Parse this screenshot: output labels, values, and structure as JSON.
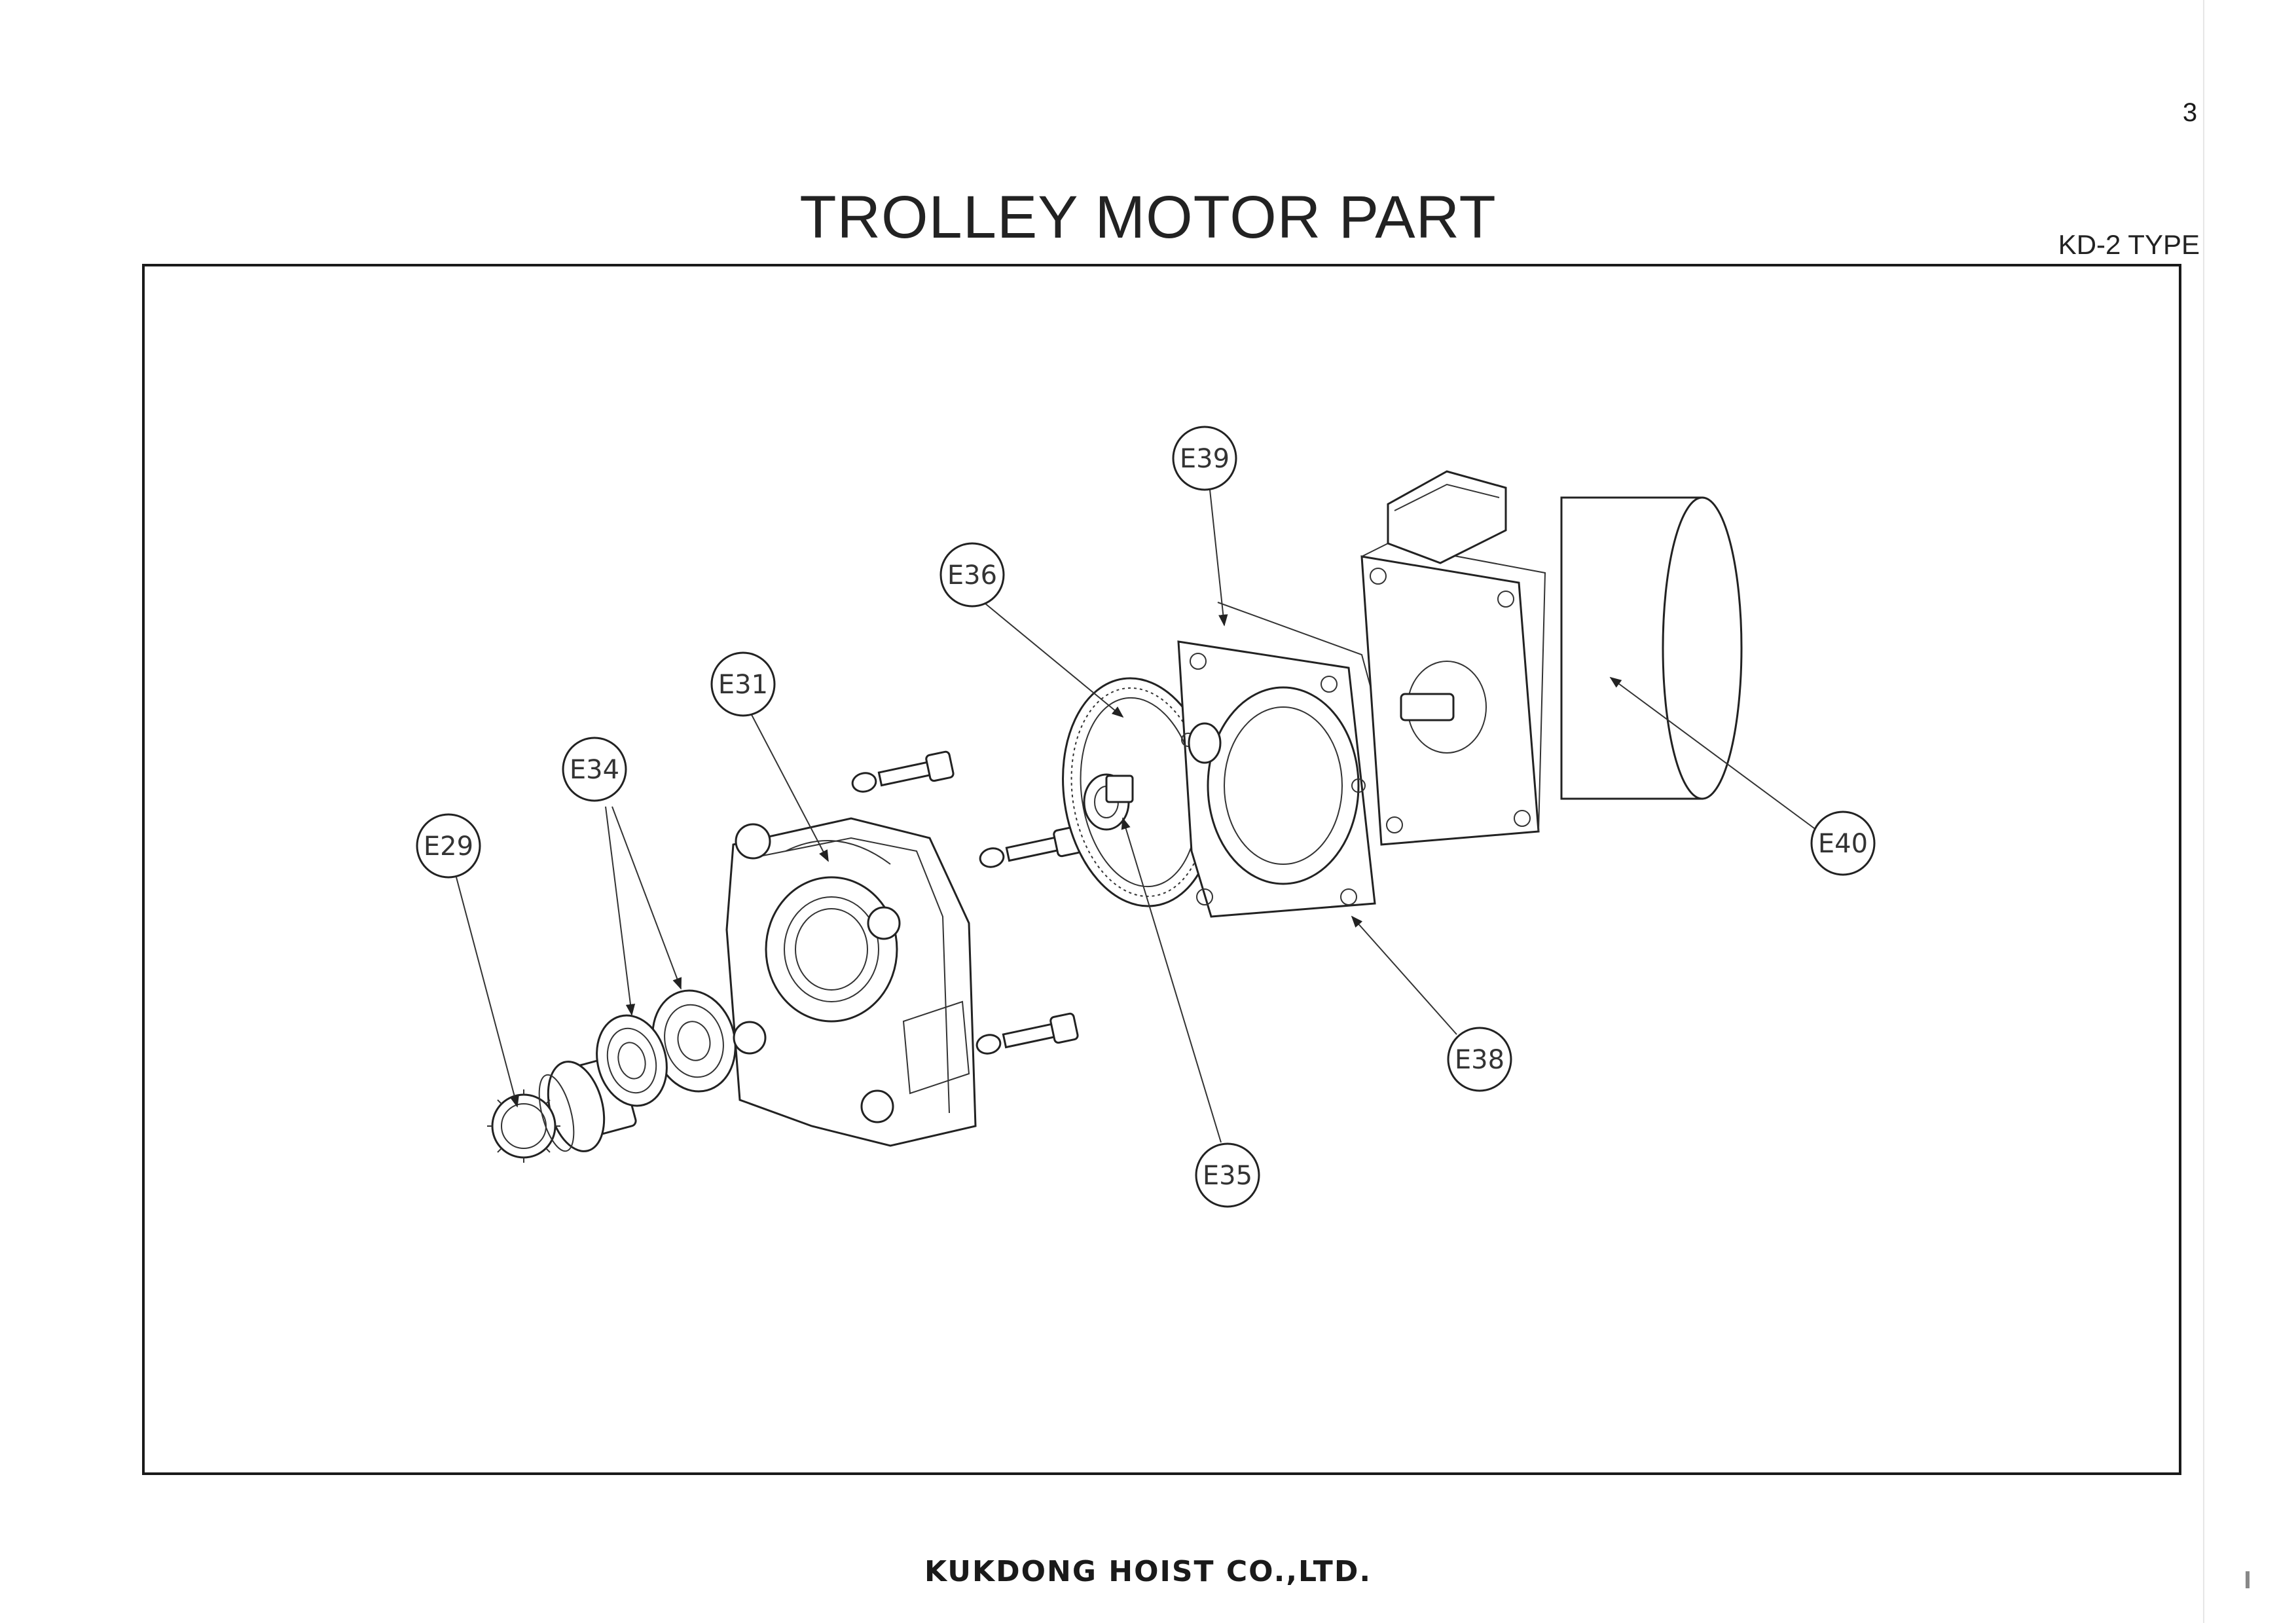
{
  "page_number": "3",
  "title": "TROLLEY MOTOR PART",
  "type_label": "KD-2 TYPE",
  "footer": "KUKDONG HOIST CO.,LTD.",
  "callouts": [
    {
      "id": "e29",
      "label": "E29"
    },
    {
      "id": "e34",
      "label": "E34"
    },
    {
      "id": "e31",
      "label": "E31"
    },
    {
      "id": "e36",
      "label": "E36"
    },
    {
      "id": "e39",
      "label": "E39"
    },
    {
      "id": "e40",
      "label": "E40"
    },
    {
      "id": "e38",
      "label": "E38"
    },
    {
      "id": "e35",
      "label": "E35"
    }
  ]
}
